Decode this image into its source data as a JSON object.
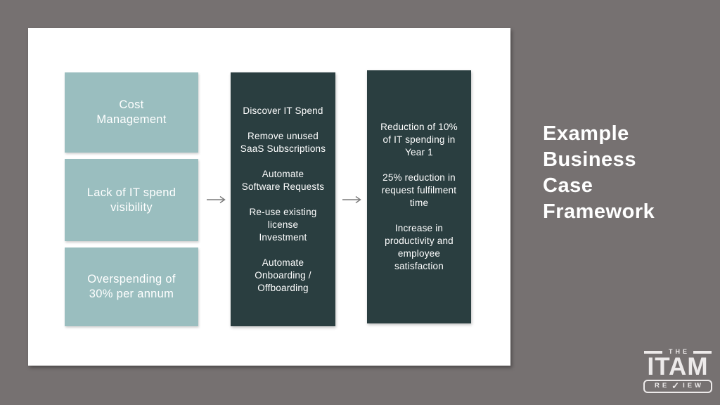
{
  "title": "Example\nBusiness\nCase\nFramework",
  "diagram": {
    "problems": [
      "Cost\nManagement",
      "Lack of IT spend\nvisibility",
      "Overspending of\n30% per annum"
    ],
    "actions": [
      "Discover IT Spend",
      "Remove unused\nSaaS Subscriptions",
      "Automate\nSoftware Requests",
      "Re-use existing\nlicense\nInvestment",
      "Automate\nOnboarding /\nOffboarding"
    ],
    "outcomes": [
      "Reduction of 10%\nof IT spending in\nYear 1",
      "25% reduction in\nrequest fulfilment\ntime",
      "Increase in\nproductivity and\nemployee\nsatisfaction"
    ]
  },
  "logo": {
    "the": "THE",
    "itam": "ITAM",
    "review_pre": "RE",
    "review_check": "✓",
    "review_post": "IEW"
  },
  "colors": {
    "background": "#767171",
    "slide": "#FFFFFF",
    "problem_box": "#9ABEBF",
    "dark_box": "#2A3E40",
    "arrow": "#7A7A7A",
    "text": "#FFFFFF",
    "logo": "#EDEAEA"
  }
}
